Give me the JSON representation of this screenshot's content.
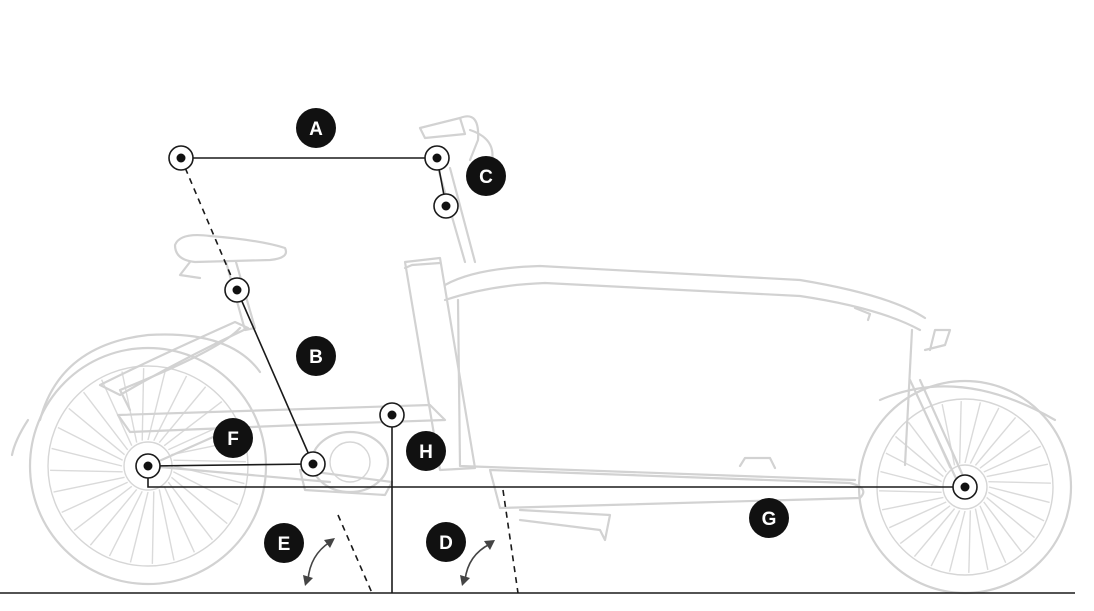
{
  "labels": {
    "a": "A",
    "b": "B",
    "c": "C",
    "d": "D",
    "e": "E",
    "f": "F",
    "g": "G",
    "h": "H"
  },
  "colors": {
    "bike_outline": "#d2d2d2",
    "measurement_line": "#1a1a1a",
    "badge_fill": "#111111",
    "badge_text": "#ffffff"
  }
}
